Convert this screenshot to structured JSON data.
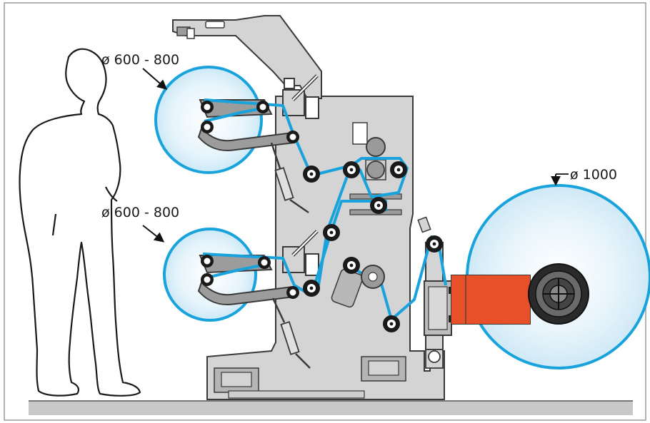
{
  "dimensions": {
    "upper_roll_label": "ø 600 - 800",
    "lower_roll_label": "ø 600 - 800",
    "main_roll_label": "ø 1000"
  },
  "colors": {
    "web_path": "#19a3dc",
    "roll_fill": "#dceff9",
    "frame_fill": "#cfcfcf",
    "frame_stroke": "#3a3a3a",
    "arm_fill": "#9c9c9c",
    "shaft_fill": "#e8502a",
    "floor": "#c8c8c8",
    "border": "#9a9a9a"
  },
  "icons": {
    "operator": "human-silhouette-icon",
    "core": "roll-core-icon"
  }
}
